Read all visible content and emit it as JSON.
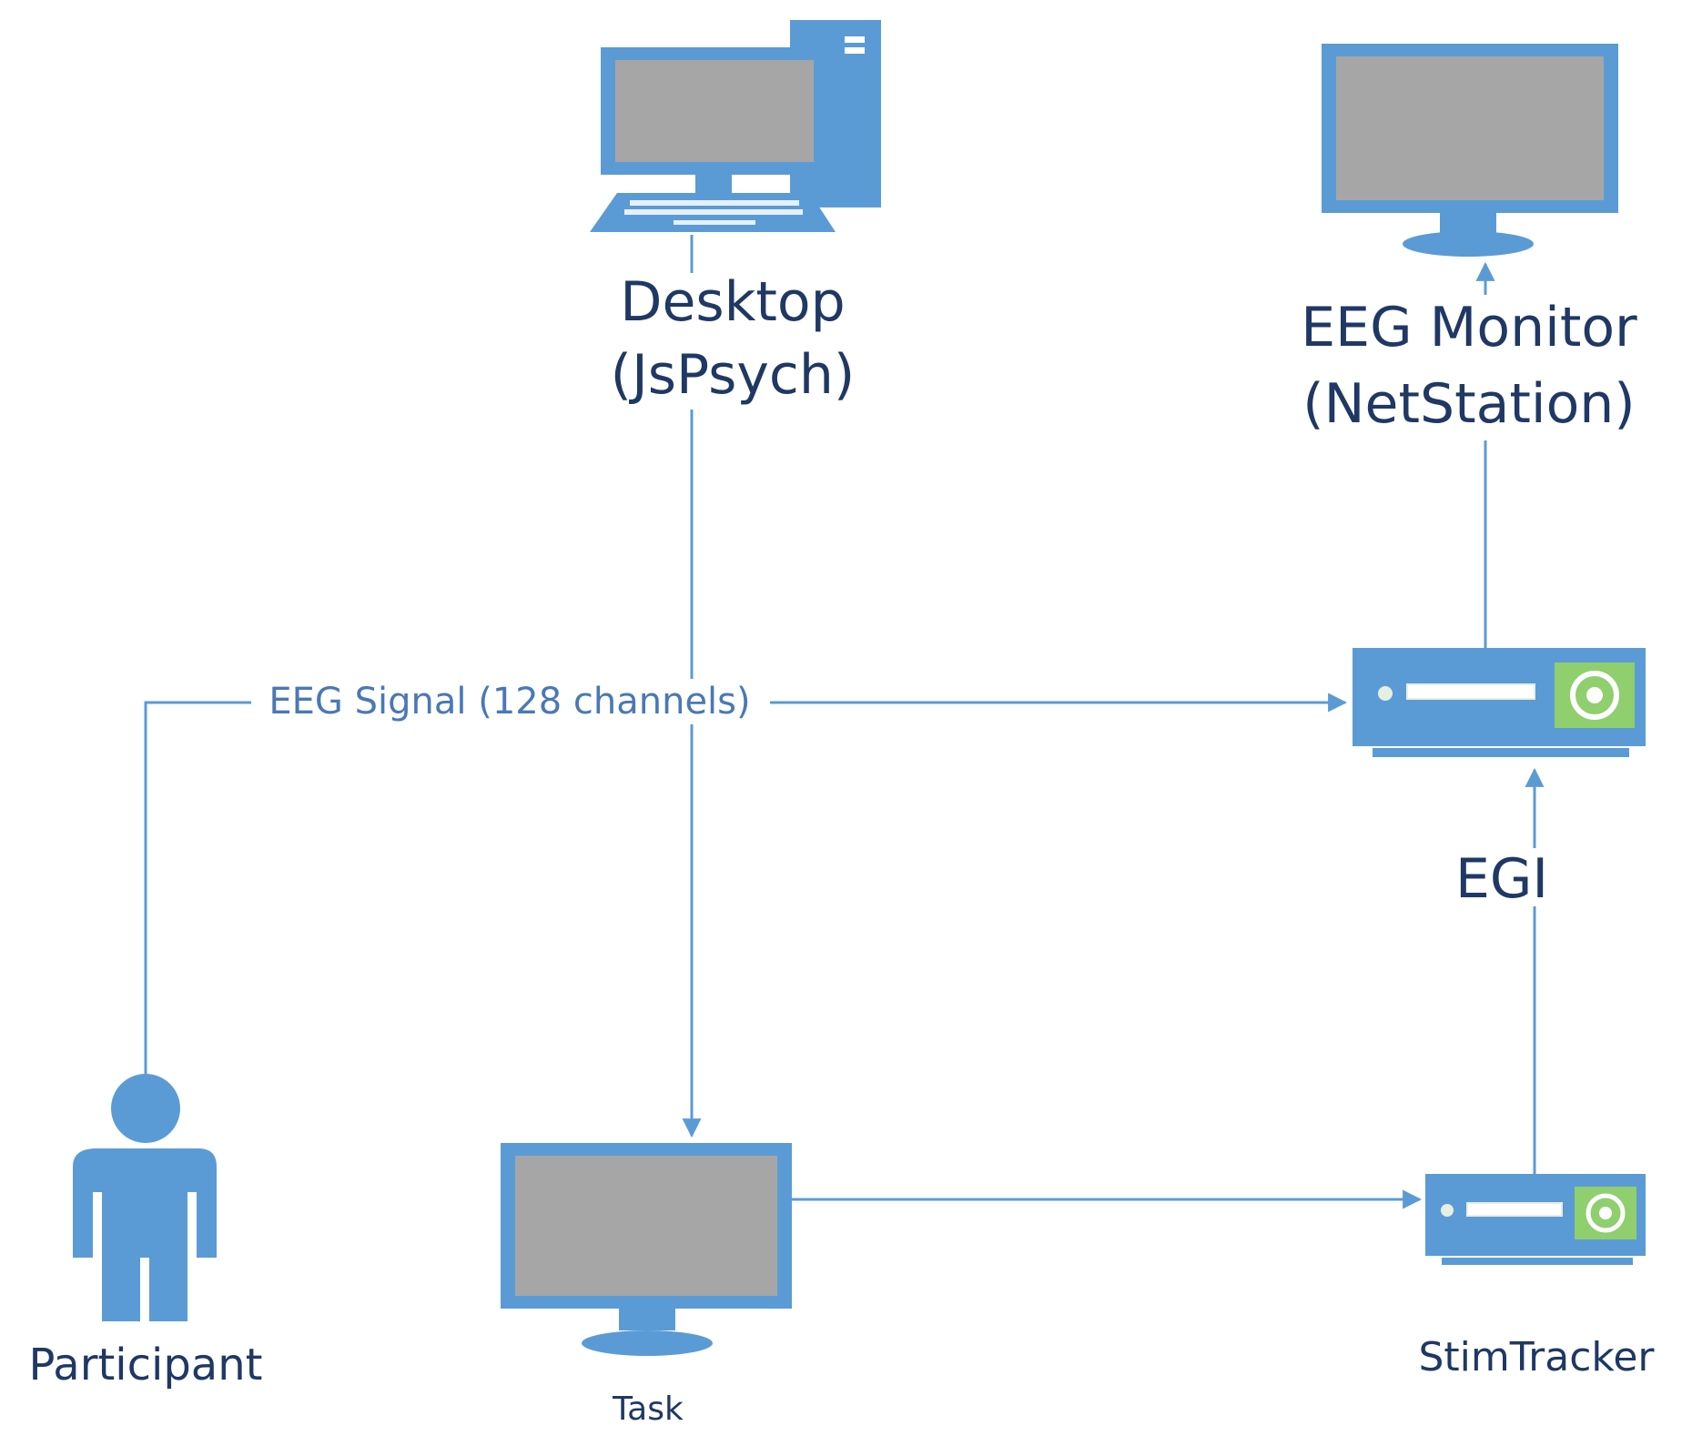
{
  "colors": {
    "device_blue": "#5b9bd5",
    "screen_gray": "#a6a6a6",
    "line_blue": "#5b9bd5",
    "label_navy": "#1f3864",
    "signal_label": "#4a78b5",
    "tracker_green": "#8fcf6e"
  },
  "nodes": {
    "desktop": {
      "icon": "desktop-computer-icon",
      "label_line1": "Desktop",
      "label_line2": "(JsPsych)"
    },
    "eeg_monitor": {
      "icon": "monitor-icon",
      "label_line1": "EEG Monitor",
      "label_line2": "(NetStation)"
    },
    "egi": {
      "icon": "amplifier-device-icon",
      "label": "EGI"
    },
    "participant": {
      "icon": "person-icon",
      "label": "Participant"
    },
    "task": {
      "icon": "monitor-icon",
      "label": "Task"
    },
    "stimtracker": {
      "icon": "tracker-device-icon",
      "label": "StimTracker"
    }
  },
  "edges": {
    "eeg_signal": {
      "label": "EEG Signal (128 channels)"
    }
  }
}
